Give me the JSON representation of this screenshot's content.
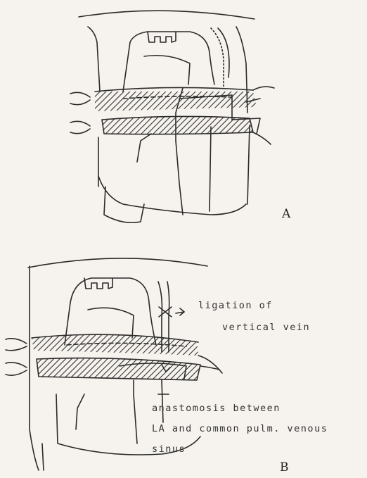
{
  "panels": [
    {
      "letter": "A"
    },
    {
      "letter": "B"
    }
  ],
  "annotations": {
    "ligation_line1": "ligation of",
    "ligation_line2": "vertical vein",
    "anastomosis_line1": "anastomosis between",
    "anastomosis_line2": "LA and common pulm. venous",
    "anastomosis_line3": "sinus"
  }
}
